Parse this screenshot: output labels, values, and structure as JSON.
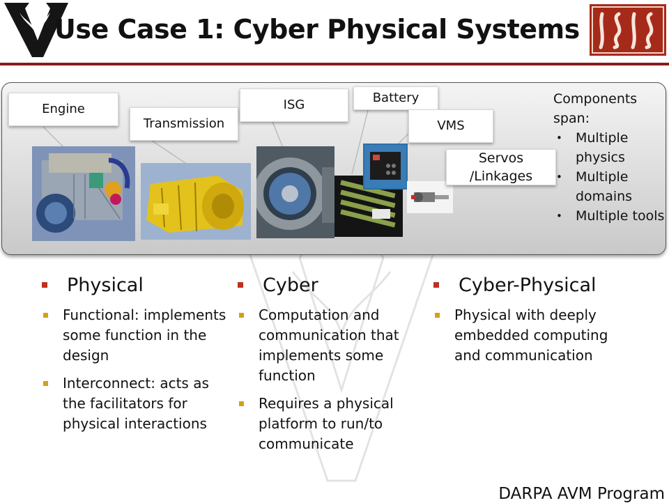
{
  "slide": {
    "title": "Use Case 1: Cyber Physical Systems",
    "footer": "DARPA AVM Program"
  },
  "callouts": {
    "engine": "Engine",
    "transmission": "Transmission",
    "isg": "ISG",
    "battery": "Battery",
    "vms": "VMS",
    "servos_line1": "Servos",
    "servos_line2": "/Linkages"
  },
  "components_span": {
    "heading": "Components span:",
    "items": [
      "Multiple physics",
      "Multiple domains",
      "Multiple tools"
    ]
  },
  "columns": [
    {
      "heading": "Physical",
      "bullets": [
        "Functional: implements some function in the design",
        "Interconnect: acts as the facilitators for physical interactions"
      ]
    },
    {
      "heading": "Cyber",
      "bullets": [
        "Computation and communication that implements some function",
        "Requires a physical platform to run/to communicate"
      ]
    },
    {
      "heading": "Cyber-Physical",
      "bullets": [
        "Physical with deeply embedded computing and communication"
      ]
    }
  ],
  "colors": {
    "accent": "#8b1a1a",
    "bullet_primary": "#c0301f",
    "bullet_secondary": "#d4a017"
  }
}
